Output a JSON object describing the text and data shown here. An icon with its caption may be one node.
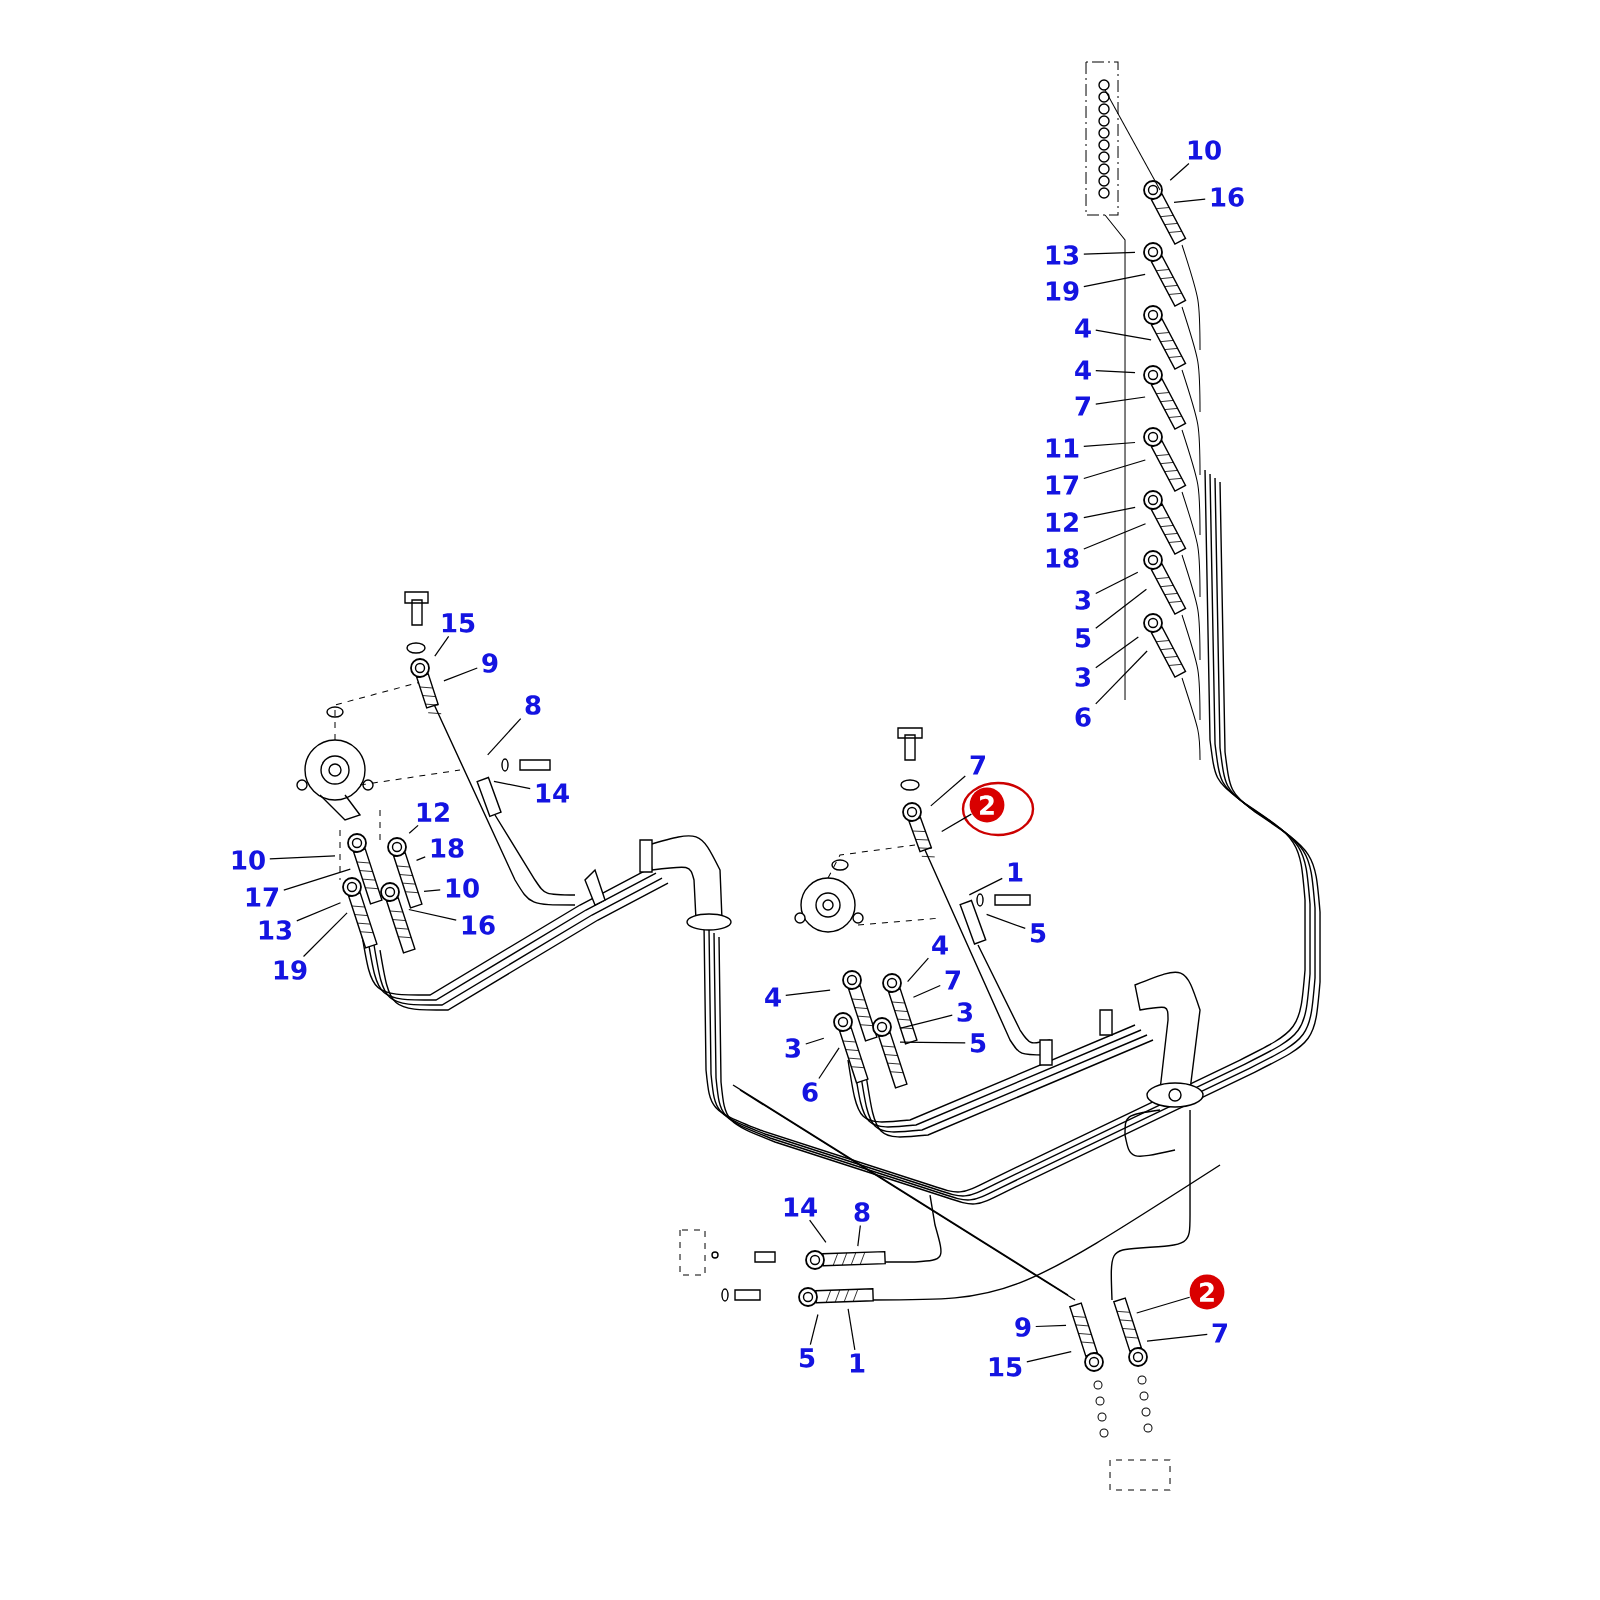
{
  "diagram": {
    "nodes": [
      {
        "text": [
          "10"
        ]
      },
      {
        "text": [
          "16"
        ]
      },
      {
        "text": [
          "13"
        ]
      },
      {
        "text": [
          "19"
        ]
      },
      {
        "text": [
          "4"
        ]
      },
      {
        "text": [
          "4"
        ]
      },
      {
        "text": [
          "7"
        ]
      },
      {
        "text": [
          "11"
        ]
      },
      {
        "text": [
          "17"
        ]
      },
      {
        "text": [
          "12"
        ]
      },
      {
        "text": [
          "18"
        ]
      },
      {
        "text": [
          "3"
        ]
      },
      {
        "text": [
          "5"
        ]
      },
      {
        "text": [
          "3"
        ]
      },
      {
        "text": [
          "6"
        ]
      },
      {
        "text": [
          "15"
        ]
      },
      {
        "text": [
          "9"
        ]
      },
      {
        "text": [
          "8"
        ]
      },
      {
        "text": [
          "14"
        ]
      },
      {
        "text": [
          "12"
        ]
      },
      {
        "text": [
          "18"
        ]
      },
      {
        "text": [
          "10"
        ]
      },
      {
        "text": [
          "16"
        ]
      },
      {
        "text": [
          "10"
        ]
      },
      {
        "text": [
          "17"
        ]
      },
      {
        "text": [
          "13"
        ]
      },
      {
        "text": [
          "19"
        ]
      },
      {
        "text": [
          "7"
        ]
      },
      {
        "text": [
          "2"
        ]
      },
      {
        "text": [
          "1"
        ]
      },
      {
        "text": [
          "5"
        ]
      },
      {
        "text": [
          "4"
        ]
      },
      {
        "text": [
          "7"
        ]
      },
      {
        "text": [
          "3"
        ]
      },
      {
        "text": [
          "5"
        ]
      },
      {
        "text": [
          "4"
        ]
      },
      {
        "text": [
          "3"
        ]
      },
      {
        "text": [
          "6"
        ]
      },
      {
        "text": [
          "14"
        ]
      },
      {
        "text": [
          "8"
        ]
      },
      {
        "text": [
          "5"
        ]
      },
      {
        "text": [
          "1"
        ]
      },
      {
        "text": [
          "9"
        ]
      },
      {
        "text": [
          "15"
        ]
      },
      {
        "text": [
          "2"
        ]
      },
      {
        "text": [
          "7"
        ]
      }
    ],
    "edges": [
      {
        "from": 0,
        "to": null,
        "arrow": "none"
      },
      {
        "from": 1,
        "to": null,
        "arrow": "none"
      },
      {
        "from": 2,
        "to": null,
        "arrow": "none"
      },
      {
        "from": 3,
        "to": null,
        "arrow": "none"
      },
      {
        "from": 4,
        "to": null,
        "arrow": "none"
      },
      {
        "from": 5,
        "to": null,
        "arrow": "none"
      },
      {
        "from": 6,
        "to": null,
        "arrow": "none"
      },
      {
        "from": 7,
        "to": null,
        "arrow": "none"
      },
      {
        "from": 8,
        "to": null,
        "arrow": "none"
      },
      {
        "from": 9,
        "to": null,
        "arrow": "none"
      },
      {
        "from": 10,
        "to": null,
        "arrow": "none"
      },
      {
        "from": 11,
        "to": null,
        "arrow": "none"
      },
      {
        "from": 12,
        "to": null,
        "arrow": "none"
      },
      {
        "from": 13,
        "to": null,
        "arrow": "none"
      },
      {
        "from": 14,
        "to": null,
        "arrow": "none"
      },
      {
        "from": 15,
        "to": null,
        "arrow": "none"
      },
      {
        "from": 16,
        "to": null,
        "arrow": "none"
      },
      {
        "from": 17,
        "to": null,
        "arrow": "none"
      },
      {
        "from": 18,
        "to": null,
        "arrow": "none"
      },
      {
        "from": 19,
        "to": null,
        "arrow": "none"
      },
      {
        "from": 20,
        "to": null,
        "arrow": "none"
      },
      {
        "from": 21,
        "to": null,
        "arrow": "none"
      },
      {
        "from": 22,
        "to": null,
        "arrow": "none"
      },
      {
        "from": 23,
        "to": null,
        "arrow": "none"
      },
      {
        "from": 24,
        "to": null,
        "arrow": "none"
      },
      {
        "from": 25,
        "to": null,
        "arrow": "none"
      },
      {
        "from": 26,
        "to": null,
        "arrow": "none"
      },
      {
        "from": 27,
        "to": null,
        "arrow": "none"
      },
      {
        "from": 28,
        "to": null,
        "arrow": "none"
      },
      {
        "from": 29,
        "to": null,
        "arrow": "none"
      },
      {
        "from": 30,
        "to": null,
        "arrow": "none"
      },
      {
        "from": 31,
        "to": null,
        "arrow": "none"
      },
      {
        "from": 32,
        "to": null,
        "arrow": "none"
      },
      {
        "from": 33,
        "to": null,
        "arrow": "none"
      },
      {
        "from": 34,
        "to": null,
        "arrow": "none"
      },
      {
        "from": 35,
        "to": null,
        "arrow": "none"
      },
      {
        "from": 36,
        "to": null,
        "arrow": "none"
      },
      {
        "from": 37,
        "to": null,
        "arrow": "none"
      },
      {
        "from": 38,
        "to": null,
        "arrow": "none"
      },
      {
        "from": 39,
        "to": null,
        "arrow": "none"
      },
      {
        "from": 40,
        "to": null,
        "arrow": "none"
      },
      {
        "from": 41,
        "to": null,
        "arrow": "none"
      },
      {
        "from": 42,
        "to": null,
        "arrow": "none"
      },
      {
        "from": 43,
        "to": null,
        "arrow": "none"
      },
      {
        "from": 44,
        "to": null,
        "arrow": "none"
      },
      {
        "from": 45,
        "to": null,
        "arrow": "none"
      }
    ]
  }
}
